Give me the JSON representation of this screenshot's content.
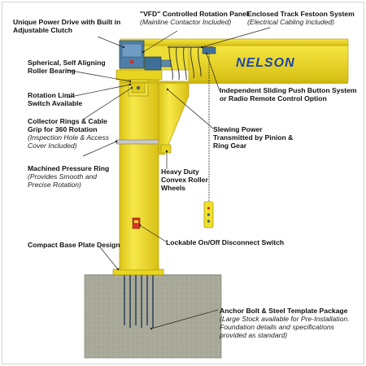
{
  "brand": {
    "name": "NELSON"
  },
  "labels": {
    "power_drive": {
      "lines": [
        "Unique Power Drive with Built in",
        "Adjustable Clutch"
      ]
    },
    "vfd_panel": {
      "title": "\"VFD\" Controlled Rotation Panel",
      "sub": "(Mainline Contactor Included)"
    },
    "festoon": {
      "title": "Enclosed Track Festoon System",
      "sub": "(Electrical Cabling Included)"
    },
    "spherical_bearing": {
      "lines": [
        "Spherical, Self Aligning",
        "Roller Bearing"
      ]
    },
    "rotation_limit": {
      "lines": [
        "Rotation Limit",
        "Switch Available"
      ]
    },
    "push_button": {
      "lines": [
        "Independent Sliding Push Button System",
        "or Radio Remote Control Option"
      ]
    },
    "collector_rings": {
      "title_lines": [
        "Collector Rings & Cable",
        "Grip for 360 Rotation"
      ],
      "sub_lines": [
        "(Inspection Hole & Access",
        "Cover Included)"
      ]
    },
    "slewing_power": {
      "lines": [
        "Slewing Power",
        "Transmitted by Pinion &",
        "Ring Gear"
      ]
    },
    "pressure_ring": {
      "title": "Machined Pressure Ring",
      "sub_lines": [
        "(Provides Smooth and",
        "Precise Rotation)"
      ]
    },
    "roller_wheels": {
      "lines": [
        "Heavy Duty",
        "Convex Roller",
        "Wheels"
      ]
    },
    "base_plate": {
      "title": "Compact Base Plate Design"
    },
    "disconnect": {
      "title": "Lockable On/Off Disconnect Switch"
    },
    "anchor_bolt": {
      "title": "Anchor Bolt & Steel Template Package",
      "sub_lines": [
        "(Large Stock available for Pre-Installation.",
        "Foundation details and specifications",
        "provided as standard)"
      ]
    }
  },
  "colors": {
    "crane_yellow": "#f2e12b",
    "crane_shadow": "#d9c316",
    "concrete": "#a9a99a",
    "motor_blue": "#3f6f99",
    "brand_blue": "#1f47a8",
    "leader": "#222222"
  }
}
